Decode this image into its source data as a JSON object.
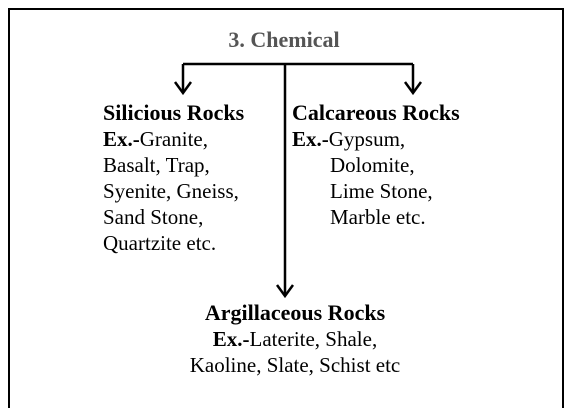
{
  "diagram": {
    "title": "3. Chemical",
    "silicious": {
      "heading": "Silicious Rocks",
      "ex_label": "Ex.-",
      "lines": [
        "Granite,",
        "Basalt, Trap,",
        "Syenite, Gneiss,",
        "Sand Stone,",
        "Quartzite etc."
      ]
    },
    "calcareous": {
      "heading": "Calcareous Rocks",
      "ex_label": "Ex.-",
      "lines": [
        "Gypsum,",
        "Dolomite,",
        "Lime Stone,",
        "Marble etc."
      ]
    },
    "argillaceous": {
      "heading": "Argillaceous Rocks",
      "ex_label": "Ex.-",
      "lines": [
        "Laterite, Shale,",
        "Kaoline, Slate, Schist etc"
      ]
    }
  }
}
